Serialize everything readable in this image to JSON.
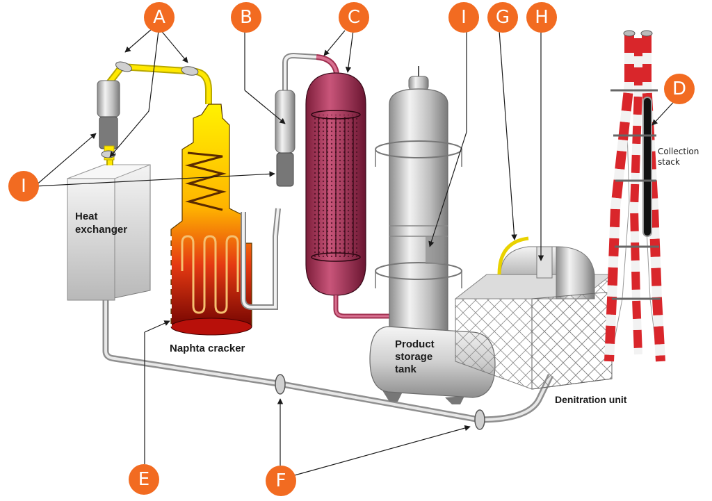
{
  "callouts": {
    "A": "A",
    "B": "B",
    "C": "C",
    "D": "D",
    "E": "E",
    "F": "F",
    "G": "G",
    "H": "H",
    "I_left": "I",
    "I_top": "I"
  },
  "labels": {
    "heat_exchanger_1": "Heat",
    "heat_exchanger_2": "exchanger",
    "naphta_cracker": "Naphta cracker",
    "product_storage_1": "Product",
    "product_storage_2": "storage",
    "product_storage_3": "tank",
    "denitration_unit": "Denitration unit",
    "collection_stack_1": "Collection",
    "collection_stack_2": "stack"
  },
  "colors": {
    "callout": "#f26b21",
    "pipe_yellow": "#f2d800",
    "reactor": "#b03a5b",
    "stack_red": "#d9262b",
    "steel": "#c9c9c9"
  }
}
